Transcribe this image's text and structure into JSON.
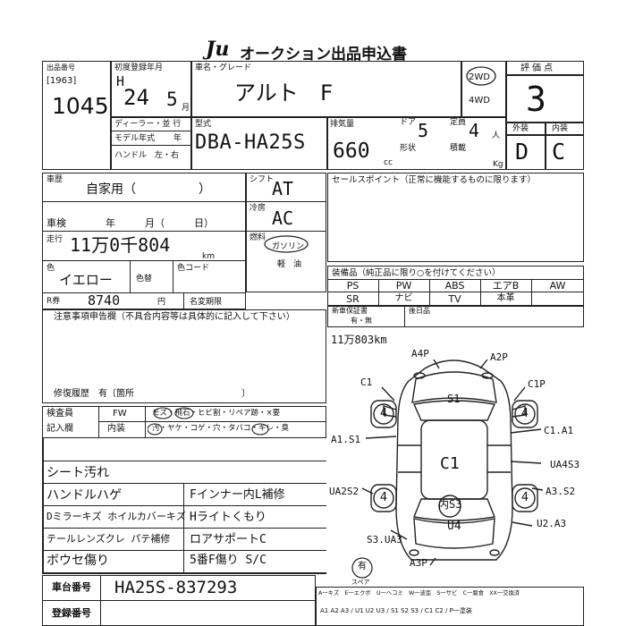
{
  "header": {
    "logo": "Ju",
    "title": "オークション出品申込書"
  },
  "lot": {
    "label": "出品番号",
    "sub": "[1963]",
    "number": "1045"
  },
  "first_reg": {
    "label": "初度登録年月",
    "era": "H",
    "year": "24",
    "month": "5",
    "month_unit": "月"
  },
  "dealer": {
    "row1": "ディーラー・並 行",
    "row2": "モデル年式　　 年",
    "row3": "ハンドル　左・右"
  },
  "car": {
    "name_label": "車名・グレード",
    "name": "アルト　F",
    "model_label": "型式",
    "model": "DBA-HA25S"
  },
  "drive": {
    "opt1": "2WD",
    "opt2": "4WD"
  },
  "score": {
    "label": "評価点",
    "value": "3",
    "ext_label": "外装",
    "int_label": "内装",
    "ext": "D",
    "int": "C"
  },
  "engine": {
    "disp_label": "排気量",
    "disp": "660",
    "disp_unit": "cc",
    "door_label": "ドア",
    "doors": "5",
    "cap_label": "定員",
    "capacity": "4",
    "cap_unit": "人",
    "shape_label": "形状",
    "load_label": "積載",
    "load_unit": "Kg"
  },
  "history": {
    "label": "車歴",
    "value": "自家用（　　　　　）",
    "inspection": "車検　　　　年　　　月（　　　日）",
    "mileage_label": "走行",
    "mileage": "11万0千804",
    "mileage_unit": "km",
    "color_label": "色",
    "color": "イエロー",
    "color_change": "色替",
    "color_code": "色コード",
    "recycle_label": "R券",
    "recycle": "8740",
    "recycle_unit": "円",
    "ownership": "名変期限"
  },
  "shift": {
    "label": "シフト",
    "value": "AT",
    "ac_label": "冷房",
    "ac": "AC",
    "fuel_label": "燃料",
    "fuel": "ガソリン",
    "fuel_opt": "軽　油"
  },
  "sales": {
    "label": "セールスポイント（正常に機能するものに限ります）"
  },
  "equip": {
    "label": "装備品（純正品に限り○を付けてください）",
    "row1": [
      "PS",
      "PW",
      "ABS",
      "エアB",
      "AW"
    ],
    "row2": [
      "SR",
      "ナビ",
      "TV",
      "本革",
      ""
    ],
    "new_car_label": "新車保証書",
    "new_car_opts": "有・無",
    "manual_label": "後日品"
  },
  "notes": {
    "label": "注意事項申告欄（不具合内容等は具体的に記入して下さい）",
    "repair": "修復履歴　有〔箇所　　　　　　　　　　　　〕"
  },
  "inspector": {
    "label": "検査員",
    "entry_label": "記入欄",
    "fw": "FW",
    "fw_items": "モズ・飛石・ヒビ割・リペア跡・×要",
    "interior": "内装",
    "int_items": "汚・ヤケ・コゲ・穴・タバコ・キレ・臭"
  },
  "remarks": {
    "left": [
      "シート汚れ",
      "ハンドルハゲ",
      "Dミラーキズ ホイルカバーキズ",
      "テールレンズクレ パテ補修",
      "ボウセ傷り"
    ],
    "right": [
      "Fインナー内L補修",
      "Hライトくもり",
      "ロアサポートC",
      "5番F傷り S/C"
    ]
  },
  "diagram": {
    "mileage_note": "11万803km",
    "labels": [
      "A4P",
      "A2P",
      "C1",
      "C1P",
      "S1",
      "C1.A1",
      "A1.S1",
      "C1",
      "UA4S3",
      "UA2S2",
      "A3.S2",
      "内S3",
      "U4",
      "U2.A3",
      "S3.UA3",
      "A3P"
    ],
    "tires": [
      "4",
      "4",
      "4",
      "4"
    ],
    "spare_label": "有",
    "spare_sub": "スペア"
  },
  "footer": {
    "chassis_label": "車台番号",
    "chassis": "HA25S-837293",
    "reg_label": "登録番号",
    "legend": "A一キズ　E一エクボ　U一ヘコミ　W一波歪　S一サビ　C一腐食　XX一交換済",
    "legend2": "A1 A2 A3 / U1 U2 U3 / S1 S2 S3 / C1 C2 / P一塗装"
  }
}
